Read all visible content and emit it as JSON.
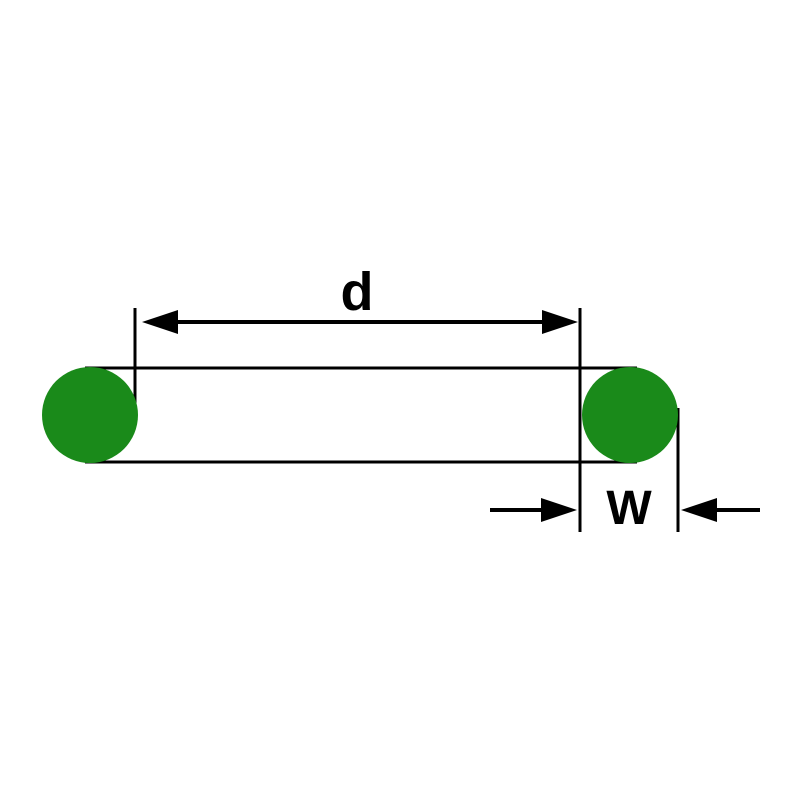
{
  "diagram": {
    "title": "o-ring-dimension-diagram",
    "labels": {
      "inner_diameter": "d",
      "cross_section_width": "W"
    },
    "colors": {
      "oring_fill": "#1a8a1a",
      "line": "#000000",
      "background": "#ffffff"
    }
  }
}
